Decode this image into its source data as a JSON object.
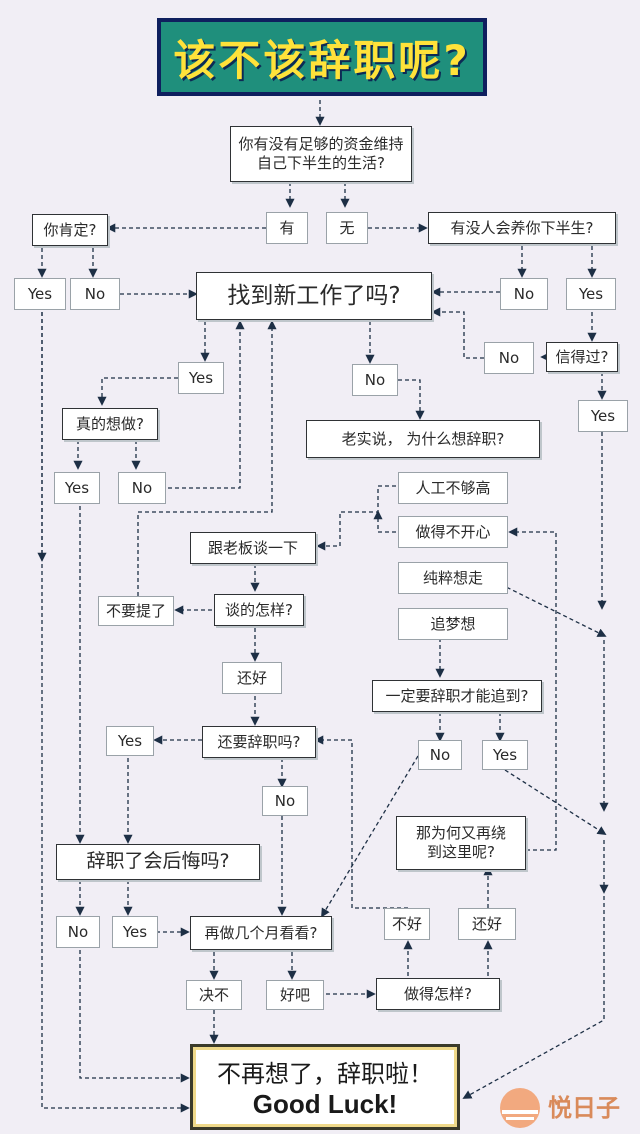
{
  "title": "该不该辞职呢?",
  "nodes": {
    "q_funds": "你有没有足够的资金维持\n自己下半生的生活?",
    "a_have": "有",
    "a_none": "无",
    "q_sure": "你肯定?",
    "q_support": "有没人会养你下半生?",
    "a_sure_yes": "Yes",
    "a_sure_no": "No",
    "q_newjob": "找到新工作了吗?",
    "a_support_no": "No",
    "a_support_yes": "Yes",
    "q_trust": "信得过?",
    "a_trust_no": "No",
    "a_trust_yes": "Yes",
    "a_newjob_yes": "Yes",
    "a_newjob_no": "No",
    "q_wantdo": "真的想做?",
    "a_want_yes": "Yes",
    "a_want_no": "No",
    "q_honest": "老实说， 为什么想辞职?",
    "r_salary": "人工不够高",
    "r_unhappy": "做得不开心",
    "r_justleave": "纯粹想走",
    "r_dream": "追梦想",
    "q_talkboss": "跟老板谈一下",
    "q_howtalk": "谈的怎样?",
    "a_dontmention": "不要提了",
    "a_ok1": "还好",
    "q_stillquit": "还要辞职吗?",
    "q_mustquit": "一定要辞职才能追到?",
    "a_must_no": "No",
    "a_must_yes": "Yes",
    "a_still_yes": "Yes",
    "a_still_no": "No",
    "q_loop": "那为何又再绕\n到这里呢?",
    "q_regret": "辞职了会后悔吗?",
    "a_regret_no": "No",
    "a_regret_yes": "Yes",
    "q_fewmonths": "再做几个月看看?",
    "a_bad": "不好",
    "a_ok2": "还好",
    "a_no_way": "决不",
    "a_fine": "好吧",
    "q_howdo": "做得怎样?"
  },
  "final": {
    "line1": "不再想了，辞职啦！",
    "line2": "Good Luck!"
  },
  "colors": {
    "title_bg": "#1f8f7c",
    "title_text": "#ffe23a",
    "title_border": "#0f1f5e",
    "arrow": "#1d2f45",
    "background": "#f1eef5"
  }
}
